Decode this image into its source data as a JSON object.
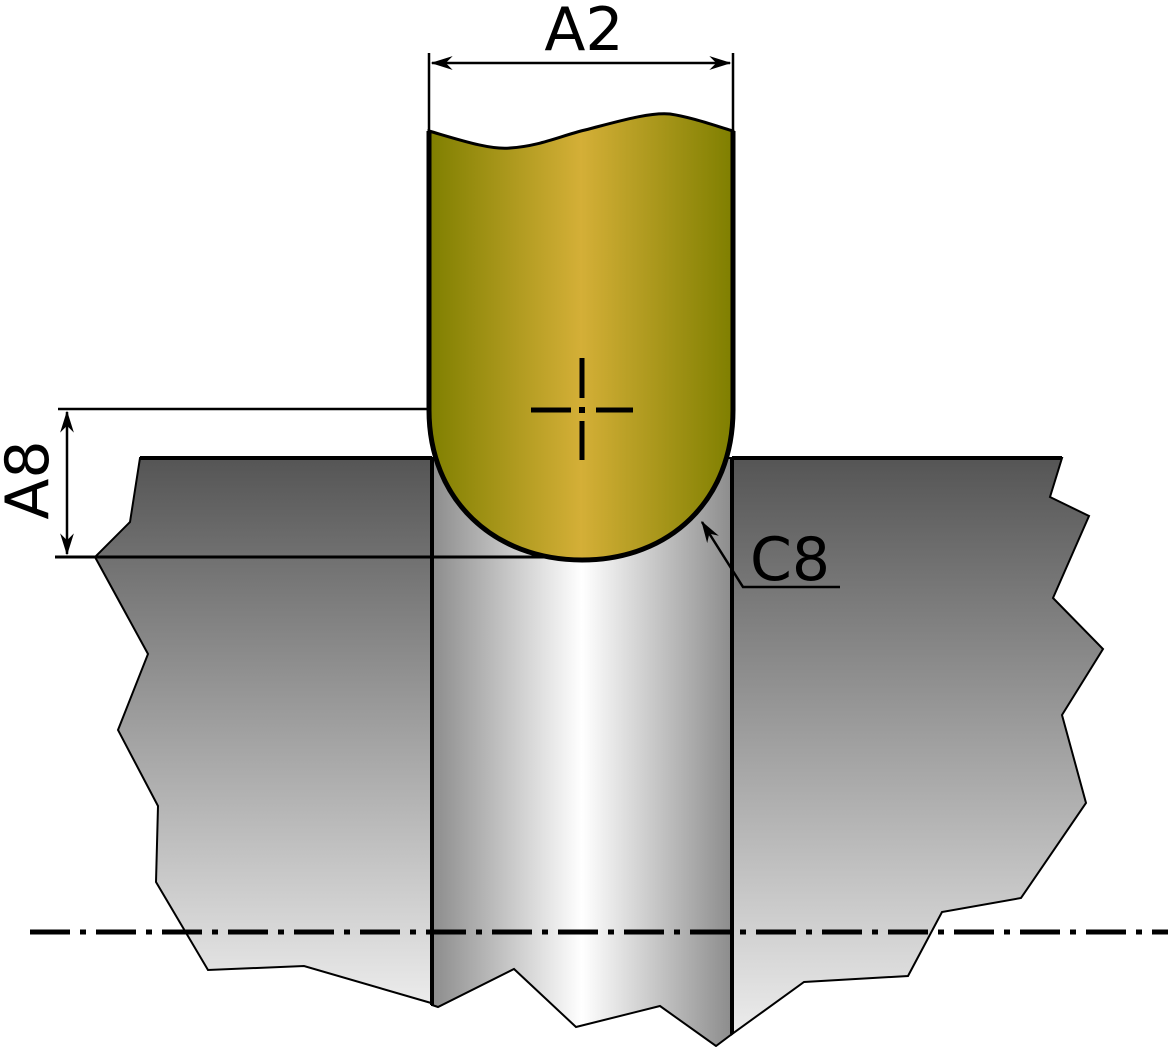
{
  "diagram": {
    "type": "technical-drawing",
    "subject": "rounded electrode/tool tip entering a bore in a workpiece (cross-section)",
    "labels": {
      "width_dimension": "A2",
      "depth_dimension": "A8",
      "radius_callout": "C8"
    },
    "colors": {
      "tool_edge": "#7f7f00",
      "tool_center": "#d4af37",
      "workpiece_top": "#555555",
      "workpiece_bottom": "#e6e6e6",
      "bore_edge": "#8c8c8c",
      "bore_center": "#ffffff",
      "line": "#000000"
    },
    "elements": [
      "tool-body",
      "center-mark",
      "workpiece-left",
      "workpiece-right",
      "bore",
      "dimension-A2",
      "dimension-A8",
      "leader-C8",
      "centerline"
    ]
  }
}
